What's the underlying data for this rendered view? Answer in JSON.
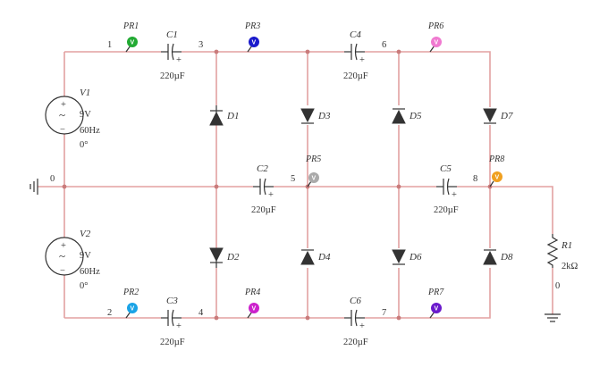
{
  "capacitors": {
    "c1": {
      "name": "C1",
      "value": "220µF"
    },
    "c2": {
      "name": "C2",
      "value": "220µF"
    },
    "c3": {
      "name": "C3",
      "value": "220µF"
    },
    "c4": {
      "name": "C4",
      "value": "220µF"
    },
    "c5": {
      "name": "C5",
      "value": "220µF"
    },
    "c6": {
      "name": "C6",
      "value": "220µF"
    },
    "plus": "+"
  },
  "diodes": [
    "D1",
    "D2",
    "D3",
    "D4",
    "D5",
    "D6",
    "D7",
    "D8"
  ],
  "sources": {
    "v1": {
      "name": "V1",
      "volts": "9V",
      "freq": "60Hz",
      "phase": "0°"
    },
    "v2": {
      "name": "V2",
      "volts": "9V",
      "freq": "60Hz",
      "phase": "0°"
    },
    "plus": "+",
    "minus": "−",
    "wave": "~"
  },
  "resistor": {
    "name": "R1",
    "value": "2kΩ"
  },
  "nodes": {
    "n0": "0",
    "n1": "1",
    "n2": "2",
    "n3": "3",
    "n4": "4",
    "n5": "5",
    "n6": "6",
    "n7": "7",
    "n8": "8",
    "gnd": "0"
  },
  "probes": {
    "pr1": {
      "name": "PR1",
      "color": "#22aa33"
    },
    "pr2": {
      "name": "PR2",
      "color": "#1aa3e6"
    },
    "pr3": {
      "name": "PR3",
      "color": "#1a1acc"
    },
    "pr4": {
      "name": "PR4",
      "color": "#cc22cc"
    },
    "pr5": {
      "name": "PR5",
      "color": "#aaaaaa"
    },
    "pr6": {
      "name": "PR6",
      "color": "#f07ad0"
    },
    "pr7": {
      "name": "PR7",
      "color": "#6a1acc"
    },
    "pr8": {
      "name": "PR8",
      "color": "#f0a020"
    },
    "glyph": "V"
  }
}
